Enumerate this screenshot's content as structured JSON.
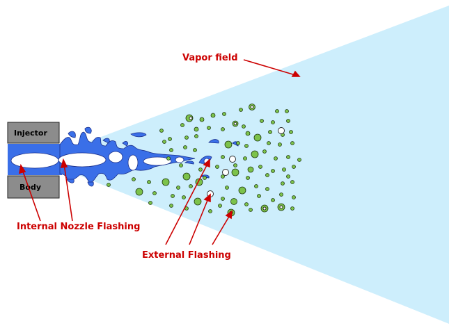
{
  "labels": {
    "vapor_field": "Vapor field",
    "injector": "Injector",
    "body": "Body",
    "internal_nozzle_flashing": "Internal Nozzle Flashing",
    "external_flashing": "External Flashing"
  },
  "colors": {
    "spray_cone": "#cdeefc",
    "liquid_jet": "#3a6fe8",
    "droplet": "#7cc24a",
    "bubble": "#ffffff",
    "label_red": "#cc0000",
    "injector_gray": "#8c8c8c"
  }
}
